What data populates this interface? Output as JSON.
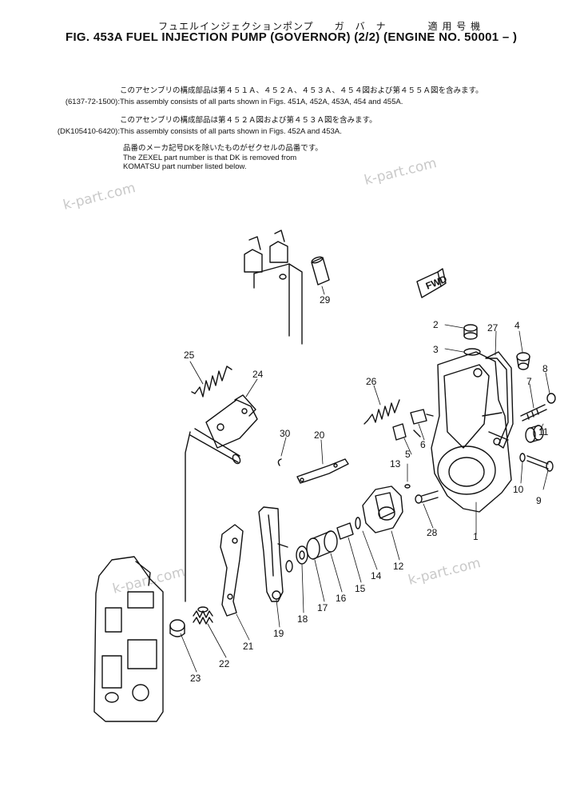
{
  "header": {
    "jp_title": "フュエルインジェクションポンプ　　ガ　バ　ナ　　　　適 用 号 機",
    "fig_title": "FIG. 453A  FUEL INJECTION PUMP (GOVERNOR) (2/2) (ENGINE NO. 50001 – )"
  },
  "notes": [
    {
      "jp": "このアセンブリの構成部品は第４５１Ａ、４５２Ａ、４５３Ａ、４５４図および第４５５Ａ図を含みます。",
      "part_no": "(6137-72-1500):",
      "en": "This assembly consists of all parts shown in Figs. 451A, 452A, 453A, 454 and 455A."
    },
    {
      "jp": "このアセンブリの構成部品は第４５２Ａ図および第４５３Ａ図を含みます。",
      "part_no": "(DK105410-6420):",
      "en": "This assembly consists of all parts shown in Figs. 452A and 453A."
    }
  ],
  "zexel_note": {
    "jp": "品番のメーカ記号DKを除いたものがゼクセルの品番です。",
    "line1": "The ZEXEL part number is that DK is removed from",
    "line2": "KOMATSU part number listed below."
  },
  "watermarks": [
    "k-part.com",
    "k-part.com",
    "k-part.com",
    "k-part.com"
  ],
  "fwd_label": "FWD",
  "callouts": [
    "1",
    "2",
    "3",
    "4",
    "5",
    "6",
    "7",
    "8",
    "9",
    "10",
    "11",
    "12",
    "13",
    "14",
    "15",
    "16",
    "17",
    "18",
    "19",
    "20",
    "21",
    "22",
    "23",
    "24",
    "25",
    "26",
    "27",
    "28",
    "29",
    "30"
  ]
}
